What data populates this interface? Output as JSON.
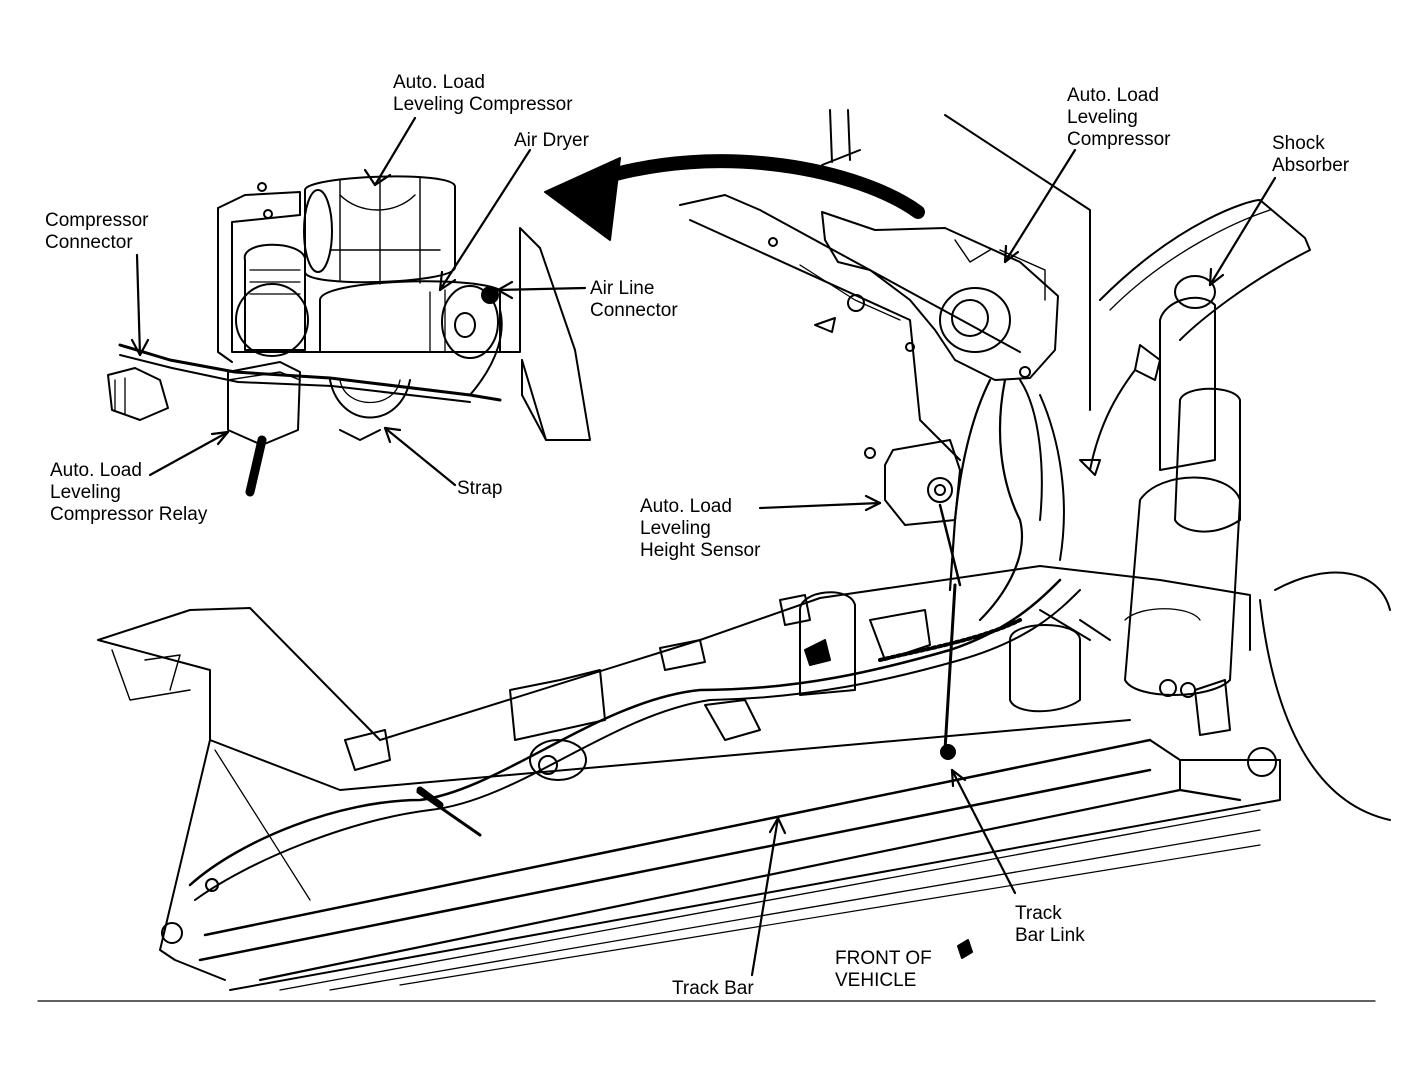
{
  "colors": {
    "ink": "#000000",
    "paper": "#ffffff"
  },
  "labels": {
    "inset_compressor": [
      "Auto. Load",
      "Leveling Compressor"
    ],
    "air_dryer": [
      "Air Dryer"
    ],
    "compressor_connector": [
      "Compressor",
      "Connector"
    ],
    "air_line_connector": [
      "Air Line",
      "Connector"
    ],
    "strap": [
      "Strap"
    ],
    "compressor_relay": [
      "Auto. Load",
      "Leveling",
      "Compressor Relay"
    ],
    "main_compressor": [
      "Auto. Load",
      "Leveling",
      "Compressor"
    ],
    "shock_absorber": [
      "Shock",
      "Absorber"
    ],
    "height_sensor": [
      "Auto. Load",
      "Leveling",
      "Height Sensor"
    ],
    "track_bar_link": [
      "Track",
      "Bar Link"
    ],
    "front_of_vehicle": [
      "FRONT OF",
      "VEHICLE"
    ],
    "track_bar": [
      "Track Bar"
    ]
  }
}
